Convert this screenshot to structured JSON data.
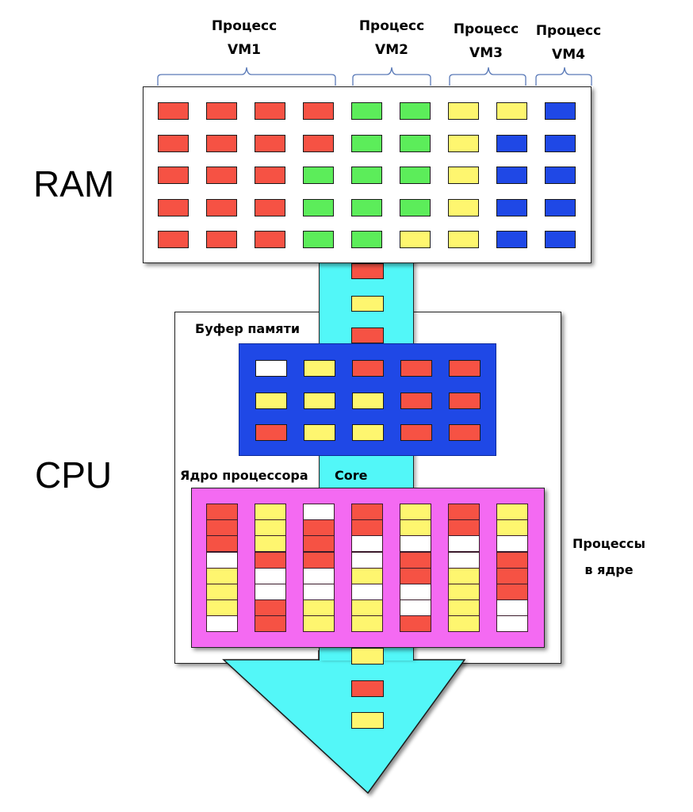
{
  "colors": {
    "red": "#f65244",
    "green": "#5ced5a",
    "yellow": "#fef66f",
    "blue": "#1f48e6",
    "white": "#ffffff",
    "cyan": "#52f7f8",
    "magenta": "#f46af2",
    "buffer_bg": "#1f48e6"
  },
  "labels": {
    "ram": "RAM",
    "cpu": "CPU",
    "buffer": "Буфер памяти",
    "core_ru": "Ядро процессора",
    "core_en": "Core",
    "processes_line1": "Процессы",
    "processes_line2": "в ядре"
  },
  "vm_groups": [
    {
      "line1": "Процесс",
      "line2": "VM1"
    },
    {
      "line1": "Процесс",
      "line2": "VM2"
    },
    {
      "line1": "Процесс",
      "line2": "VM3"
    },
    {
      "line1": "Процесс",
      "line2": "VM4"
    }
  ],
  "ram_grid": [
    [
      "red",
      "red",
      "red",
      "red",
      "green",
      "green",
      "yellow",
      "yellow",
      "blue"
    ],
    [
      "red",
      "red",
      "red",
      "red",
      "green",
      "green",
      "yellow",
      "blue",
      "blue"
    ],
    [
      "red",
      "red",
      "red",
      "green",
      "green",
      "green",
      "yellow",
      "blue",
      "blue"
    ],
    [
      "red",
      "red",
      "red",
      "green",
      "green",
      "green",
      "yellow",
      "blue",
      "blue"
    ],
    [
      "red",
      "red",
      "red",
      "green",
      "green",
      "yellow",
      "yellow",
      "blue",
      "blue"
    ]
  ],
  "bus_top_blocks": [
    "red",
    "yellow",
    "red"
  ],
  "buffer_grid": [
    [
      "white",
      "yellow",
      "red",
      "red",
      "red"
    ],
    [
      "yellow",
      "yellow",
      "yellow",
      "red",
      "red"
    ],
    [
      "red",
      "yellow",
      "yellow",
      "red",
      "red"
    ]
  ],
  "core_columns": [
    [
      "red",
      "red",
      "red",
      "white",
      "yellow",
      "yellow",
      "yellow",
      "white"
    ],
    [
      "yellow",
      "yellow",
      "yellow",
      "red",
      "white",
      "white",
      "red",
      "red"
    ],
    [
      "white",
      "red",
      "red",
      "red",
      "white",
      "white",
      "yellow",
      "yellow"
    ],
    [
      "red",
      "red",
      "white",
      "white",
      "yellow",
      "white",
      "yellow",
      "yellow"
    ],
    [
      "yellow",
      "yellow",
      "white",
      "red",
      "red",
      "white",
      "white",
      "red"
    ],
    [
      "red",
      "red",
      "white",
      "white",
      "yellow",
      "yellow",
      "yellow",
      "yellow"
    ],
    [
      "yellow",
      "yellow",
      "white",
      "red",
      "red",
      "red",
      "white",
      "white"
    ]
  ],
  "arrow_blocks": [
    "yellow",
    "red",
    "yellow"
  ]
}
